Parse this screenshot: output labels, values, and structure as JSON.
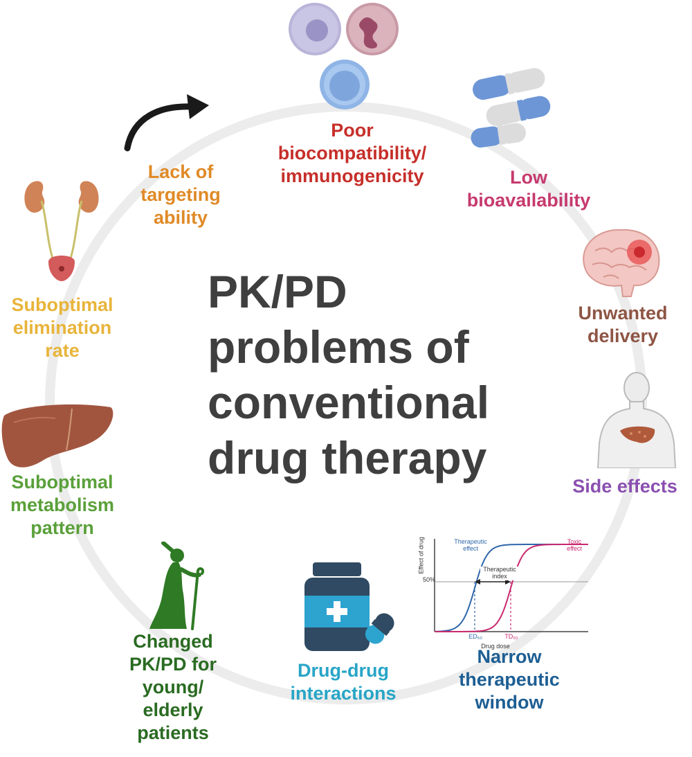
{
  "title": "PK/PD\nproblems of\nconventional\ndrug therapy",
  "nodes": {
    "lack_targeting": {
      "text": "Lack of\ntargeting\nability",
      "color": "#e08a27"
    },
    "biocompat": {
      "text": "Poor\nbiocompatibility/\nimmunogenicity",
      "color": "#c62f2a"
    },
    "bioavail": {
      "text": "Low\nbioavailability",
      "color": "#c63a6e"
    },
    "unwanted": {
      "text": "Unwanted\ndelivery",
      "color": "#8e5544"
    },
    "side_effects": {
      "text": "Side effects",
      "color": "#8a4fb0"
    },
    "narrow": {
      "text": "Narrow\ntherapeutic\nwindow",
      "color": "#1d5e93"
    },
    "ddi": {
      "text": "Drug-drug\ninteractions",
      "color": "#27a5c6"
    },
    "changed": {
      "text": "Changed\nPK/PD for\nyoung/\nelderly\npatients",
      "color": "#2a6b22"
    },
    "metabolism": {
      "text": "Suboptimal\nmetabolism\npattern",
      "color": "#5aa03a"
    },
    "elimination": {
      "text": "Suboptimal\nelimination\nrate",
      "color": "#e8b43b"
    }
  },
  "mini_chart": {
    "ylabel": "Effect of drug",
    "xlabel": "Drug dose",
    "tick_50": "50%",
    "therapeutic_label": "Therapeutic\neffect",
    "toxic_label": "Toxic\neffect",
    "index_label": "Therapeutic\nindex",
    "ed50": "ED₅₀",
    "td50": "TD₅₀",
    "therapeutic_color": "#2e66a8",
    "toxic_color": "#c8286e"
  }
}
